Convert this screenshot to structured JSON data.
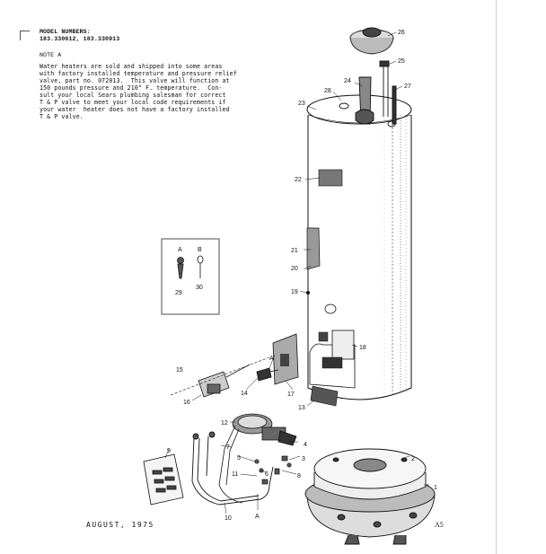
{
  "notes": {
    "model_header": "MODEL NUMBERS:",
    "model_numbers": "183.330612, 183.330913",
    "note_title": "NOTE A",
    "note_text": "Water heaters are sold and shipped into some areas\nwith factory installed temperature and pressure relief\nvalve, part no. 072013.  This valve will function at\n150 pounds pressure and 210° F. temperature.  Con-\nsult your local Sears plumbing salesman for correct\nT & P valve to meet your local code requirements if\nyour water  heater does not have a factory installed\nT & P valve."
  },
  "inset": {
    "label_a": "A",
    "label_b": "B",
    "part_a": "29",
    "part_b": "30"
  },
  "callouts": {
    "p1": "1",
    "p2": "2",
    "p3": "3",
    "p4": "4",
    "p5": "5",
    "p6": "6",
    "p7": "7",
    "p8": "8",
    "p9": "9",
    "p10": "10",
    "p11": "11",
    "p12": "12",
    "p13": "13",
    "p14": "14",
    "p15": "15",
    "p16": "16",
    "p17": "17",
    "p18": "18",
    "p19": "19",
    "p20": "20",
    "p21": "21",
    "p22": "22",
    "p23": "23",
    "p24": "24",
    "p25": "25",
    "p26": "26",
    "p27": "27",
    "p28": "28",
    "ref_a1": "A",
    "ref_a2": "A"
  },
  "footer": {
    "date": "AUGUST, 1975",
    "page": "A5"
  }
}
